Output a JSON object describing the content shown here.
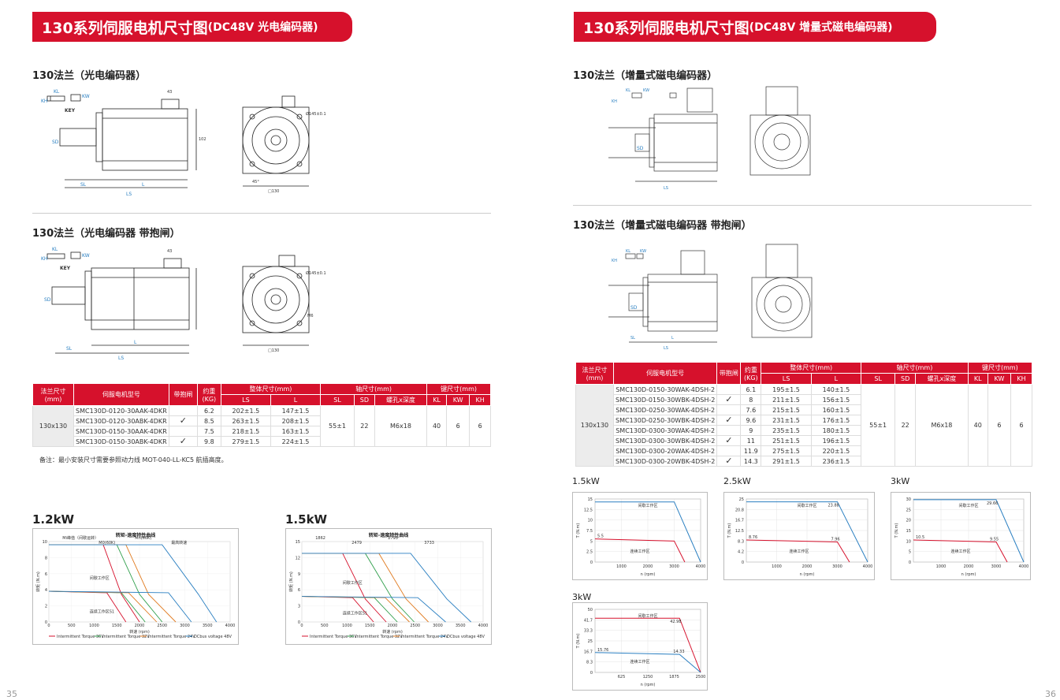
{
  "left_page": {
    "banner": {
      "main": "130系列伺服电机尺寸图",
      "sub": "(DC48V 光电编码器)"
    },
    "section1_title": "130法兰（光电编码器）",
    "section2_title": "130法兰（光电编码器 带抱闸）",
    "drawing_labels": {
      "kl": "KL",
      "kw": "KW",
      "kh": "KH",
      "key": "KEY",
      "sl": "SL",
      "l": "L",
      "ls": "LS",
      "sd": "SD",
      "pcd": "Ø145±0.1",
      "size": "□130",
      "len1": "43",
      "len2": "102",
      "angle": "45°",
      "m6": "M6"
    },
    "table": {
      "headers": {
        "flange": "法兰尺寸\n(mm)",
        "model": "伺服电机型号",
        "brake": "带抱闸",
        "weight": "约重\n(KG)",
        "overall": "整体尺寸(mm)",
        "shaft": "轴尺寸(mm)",
        "key": "键尺寸(mm)"
      },
      "sub_headers": [
        "LS",
        "L",
        "SL",
        "SD",
        "螺孔x深度",
        "KL",
        "KW",
        "KH"
      ],
      "flange": "130x130",
      "rows": [
        {
          "model": "SMC130D-0120-30AAK-4DKR",
          "brake": "",
          "weight": "6.2",
          "ls": "202±1.5",
          "l": "147±1.5"
        },
        {
          "model": "SMC130D-0120-30ABK-4DKR",
          "brake": "✓",
          "weight": "8.5",
          "ls": "263±1.5",
          "l": "208±1.5"
        },
        {
          "model": "SMC130D-0150-30AAK-4DKR",
          "brake": "",
          "weight": "7.5",
          "ls": "218±1.5",
          "l": "163±1.5"
        },
        {
          "model": "SMC130D-0150-30ABK-4DKR",
          "brake": "✓",
          "weight": "9.8",
          "ls": "279±1.5",
          "l": "224±1.5"
        }
      ],
      "shared": {
        "sl": "55±1",
        "sd": "22",
        "thread": "M6x18",
        "kl": "40",
        "kw": "6",
        "kh": "6"
      }
    },
    "note": "备注：最小安装尺寸需要参照动力线 MOT-040-LL-KC5 航插高度。",
    "charts": [
      {
        "power": "1.2kW",
        "title": "转矩-速度特性曲线"
      },
      {
        "power": "1.5kW",
        "title": "转矩-速度特性曲线"
      }
    ],
    "page_number": "35"
  },
  "right_page": {
    "banner": {
      "main": "130系列伺服电机尺寸图",
      "sub": "(DC48V 增量式磁电编码器)"
    },
    "section1_title": "130法兰（增量式磁电编码器）",
    "section2_title": "130法兰（增量式磁电编码器 带抱闸）",
    "table": {
      "headers": {
        "flange": "法兰尺寸\n(mm)",
        "model": "伺服电机型号",
        "brake": "带抱闸",
        "weight": "约重\n(KG)",
        "overall": "整体尺寸(mm)",
        "shaft": "轴尺寸(mm)",
        "key": "键尺寸(mm)"
      },
      "sub_headers": [
        "LS",
        "L",
        "SL",
        "SD",
        "螺孔x深度",
        "KL",
        "KW",
        "KH"
      ],
      "flange": "130x130",
      "rows": [
        {
          "model": "SMC130D-0150-30WAK-4DSH-2",
          "brake": "",
          "weight": "6.1",
          "ls": "195±1.5",
          "l": "140±1.5"
        },
        {
          "model": "SMC130D-0150-30WBK-4DSH-2",
          "brake": "✓",
          "weight": "8",
          "ls": "211±1.5",
          "l": "156±1.5"
        },
        {
          "model": "SMC130D-0250-30WAK-4DSH-2",
          "brake": "",
          "weight": "7.6",
          "ls": "215±1.5",
          "l": "160±1.5"
        },
        {
          "model": "SMC130D-0250-30WBK-4DSH-2",
          "brake": "✓",
          "weight": "9.6",
          "ls": "231±1.5",
          "l": "176±1.5"
        },
        {
          "model": "SMC130D-0300-30WAK-4DSH-2",
          "brake": "",
          "weight": "9",
          "ls": "235±1.5",
          "l": "180±1.5"
        },
        {
          "model": "SMC130D-0300-30WBK-4DSH-2",
          "brake": "✓",
          "weight": "11",
          "ls": "251±1.5",
          "l": "196±1.5"
        },
        {
          "model": "SMC130D-0300-20WAK-4DSH-2",
          "brake": "",
          "weight": "11.9",
          "ls": "275±1.5",
          "l": "220±1.5"
        },
        {
          "model": "SMC130D-0300-20WBK-4DSH-2",
          "brake": "✓",
          "weight": "14.3",
          "ls": "291±1.5",
          "l": "236±1.5"
        }
      ],
      "shared": {
        "sl": "55±1",
        "sd": "22",
        "thread": "M6x18",
        "kl": "40",
        "kw": "6",
        "kh": "6"
      }
    },
    "chart_labels": [
      "1.5kW",
      "2.5kW",
      "3kW",
      "3kW"
    ],
    "page_number": "36"
  },
  "chart_data": [
    {
      "type": "line",
      "title": "转矩-速度特性曲线",
      "power": "1.2kW",
      "xlabel": "转速 (rpm)",
      "ylabel": "转矩 (N.m)",
      "xlim": [
        0,
        4000
      ],
      "ylim": [
        0,
        10
      ],
      "regions": [
        "间歇工作区",
        "连续工作区S1"
      ],
      "annotations": [
        "Mi峰值（间歇运转）",
        "M0(60K)",
        "Mn(60K)",
        "最高转速"
      ],
      "series": [
        {
          "name": "Intermittent Torque 36V",
          "color": "#d6112c"
        },
        {
          "name": "Intermittent Torque 32V",
          "color": "#2e9e4a"
        },
        {
          "name": "Intermittent Torque 24V",
          "color": "#e07a1f"
        },
        {
          "name": "DCbus voltage 48V",
          "color": "#2a7fc1"
        }
      ]
    },
    {
      "type": "line",
      "title": "转矩-速度特性曲线",
      "power": "1.5kW",
      "xlabel": "转速 (rpm)",
      "ylabel": "转矩 (N.m)",
      "xlim": [
        0,
        4000
      ],
      "ylim": [
        0,
        15
      ],
      "regions": [
        "间歇工作区",
        "连续工作区S1"
      ],
      "annotations": [
        "1862",
        "2479",
        "2793",
        "3733"
      ],
      "series": [
        {
          "name": "Intermittent Torque 36V",
          "color": "#d6112c"
        },
        {
          "name": "Intermittent Torque 32V",
          "color": "#2e9e4a"
        },
        {
          "name": "Intermittent Torque 24V",
          "color": "#e07a1f"
        },
        {
          "name": "DCbus voltage 48V",
          "color": "#2a7fc1"
        }
      ]
    },
    {
      "type": "line",
      "power": "1.5kW",
      "xlabel": "n (rpm)",
      "ylabel": "T (N.m)",
      "xlim": [
        0,
        4000
      ],
      "ylim": [
        0,
        15
      ],
      "regions": [
        "间歇工作区",
        "连续工作区"
      ],
      "series": [
        {
          "name": "peak",
          "color": "#2a7fc1",
          "x": [
            0,
            3000,
            4000
          ],
          "y": [
            14.3,
            14.3,
            0
          ]
        },
        {
          "name": "rated",
          "color": "#d6112c",
          "x": [
            0,
            3000,
            3400
          ],
          "y": [
            5.5,
            5.0,
            0
          ]
        }
      ],
      "data_labels": [
        "5.5"
      ]
    },
    {
      "type": "line",
      "power": "2.5kW",
      "xlabel": "n (rpm)",
      "ylabel": "T (N.m)",
      "xlim": [
        0,
        4000
      ],
      "ylim": [
        0,
        25
      ],
      "regions": [
        "间歇工作区",
        "连续工作区"
      ],
      "series": [
        {
          "name": "peak",
          "color": "#2a7fc1",
          "x": [
            0,
            3000,
            4000
          ],
          "y": [
            23.88,
            23.88,
            0
          ]
        },
        {
          "name": "rated",
          "color": "#d6112c",
          "x": [
            0,
            3000,
            3400
          ],
          "y": [
            8.76,
            7.96,
            0
          ]
        }
      ],
      "data_labels": [
        "23.88",
        "8.76",
        "7.96"
      ]
    },
    {
      "type": "line",
      "power": "3kW",
      "xlabel": "n (rpm)",
      "ylabel": "T (N.m)",
      "xlim": [
        0,
        4000
      ],
      "ylim": [
        0,
        30
      ],
      "regions": [
        "间歇工作区",
        "连续工作区"
      ],
      "series": [
        {
          "name": "peak",
          "color": "#2a7fc1",
          "x": [
            0,
            3000,
            4000
          ],
          "y": [
            29.66,
            29.66,
            0
          ]
        },
        {
          "name": "rated",
          "color": "#d6112c",
          "x": [
            0,
            3000,
            3400
          ],
          "y": [
            10.5,
            9.55,
            0
          ]
        }
      ],
      "data_labels": [
        "29.66",
        "10.5",
        "9.55"
      ]
    },
    {
      "type": "line",
      "power": "3kW",
      "xlabel": "n (rpm)",
      "ylabel": "T (N.m)",
      "xlim": [
        0,
        2500
      ],
      "ylim": [
        0,
        50
      ],
      "regions": [
        "间歇工作区",
        "连续工作区"
      ],
      "series": [
        {
          "name": "peak",
          "color": "#d6112c",
          "x": [
            0,
            2000,
            2500
          ],
          "y": [
            42.98,
            42.98,
            0
          ]
        },
        {
          "name": "rated",
          "color": "#2a7fc1",
          "x": [
            0,
            2000,
            2500
          ],
          "y": [
            15.76,
            14.33,
            0
          ]
        }
      ],
      "data_labels": [
        "42.98",
        "15.76",
        "14.33"
      ]
    }
  ]
}
